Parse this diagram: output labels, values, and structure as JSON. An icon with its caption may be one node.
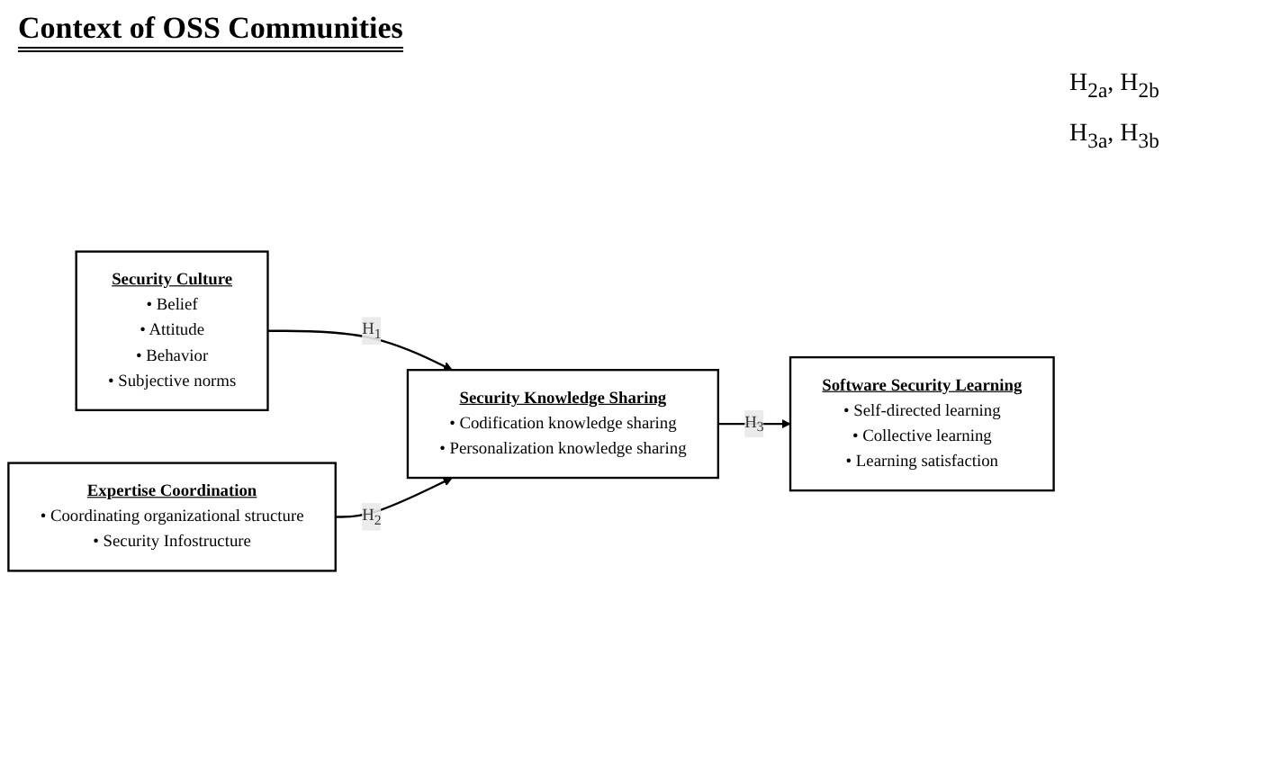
{
  "diagram": {
    "title": "Context of OSS Communities",
    "nodes": [
      {
        "text": [
          "Security Culture",
          "• Belief",
          "• Attitude",
          "• Behavior",
          "• Subjective norms"
        ]
      },
      {
        "text": [
          "Security Knowledge Sharing",
          "• Codification knowledge sharing",
          "• Personalization knowledge sharing"
        ]
      },
      {
        "text": [
          "Expertise Coordination",
          "• Coordinating organizational structure",
          "• Security Infostructure"
        ]
      },
      {
        "text": [
          "Software Security Learning",
          "• Self-directed learning",
          "• Collective learning",
          "• Learning satisfaction"
        ]
      }
    ],
    "edges": [
      {
        "from": 0,
        "to": 1,
        "arrow": "to",
        "label": "H$_{1}$"
      },
      {
        "from": 2,
        "to": 1,
        "arrow": "to",
        "label": "H$_{2}$"
      },
      {
        "from": 1,
        "to": 3,
        "arrow": "to",
        "label": "H$_{3}$"
      }
    ],
    "labels": [
      "H$_{2a}$, H$_{2b}$",
      "H$_{3a}$, H$_{3b}$"
    ]
  }
}
